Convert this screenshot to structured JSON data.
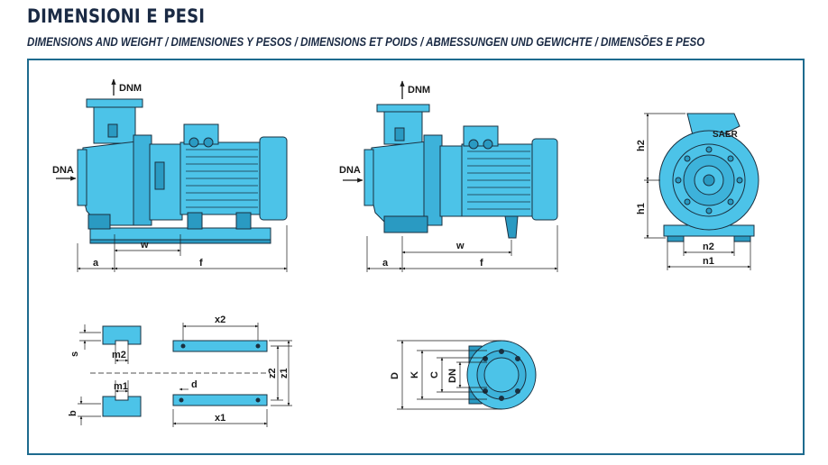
{
  "header": {
    "title": "DIMENSIONI E PESI",
    "subtitle": "DIMENSIONS AND WEIGHT / DIMENSIONES Y PESOS / DIMENSIONS ET POIDS / ABMESSUNGEN UND GEWICHTE / DIMENSÕES E PESO"
  },
  "colors": {
    "pump_fill": "#4cc3e8",
    "pump_dark": "#2a9ac2",
    "outline": "#1a3040",
    "frame": "#1e6b8e"
  },
  "labels": {
    "dnm": "DNM",
    "dna": "DNA",
    "a": "a",
    "w": "w",
    "f": "f",
    "h1": "h1",
    "h2": "h2",
    "n1": "n1",
    "n2": "n2",
    "brand": "SAER",
    "s": "s",
    "m2": "m2",
    "m1": "m1",
    "b": "b",
    "x1": "x1",
    "x2": "x2",
    "z1": "z1",
    "z2": "z2",
    "d": "d",
    "D": "D",
    "K": "K",
    "C": "C",
    "DN": "DN"
  }
}
